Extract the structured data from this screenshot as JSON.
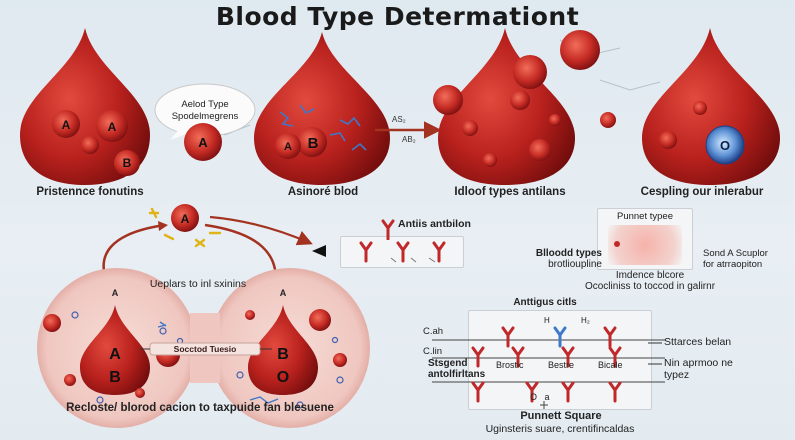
{
  "title": "Blood Type  Determationt",
  "top_row": {
    "captions": [
      "Pristennce fonutins",
      "Asinoré blod",
      "Idloof types antilans",
      "Cespling our inlerabur"
    ],
    "bubble": {
      "line1": "Aelod Type",
      "line2": "Spodelmegrens"
    },
    "drop1_letters": [
      "A",
      "A",
      "B"
    ],
    "red_cell_letter": "A",
    "drop2_letters": [
      "A",
      "B"
    ],
    "arrow_labels": [
      "AS₂",
      "AB₂"
    ],
    "o_cell_letter": "O"
  },
  "middle": {
    "center_letter": "A",
    "antibody_title": "Antiis antbilon",
    "uplars_text": "Ueplars to inl sxinins"
  },
  "bottom_left": {
    "drop_ab_letters": [
      "A",
      "A",
      "B"
    ],
    "drop_bo_letters": [
      "A",
      "B",
      "O"
    ],
    "socket_label": "Socctod Tuesio",
    "caption": "Recloste/ blorod cacion to taxpuide fan blesuene"
  },
  "right_mid": {
    "punnet_title": "Punnet typee",
    "blood_types_line1": "Blloodd types",
    "blood_types_line2": "brotlioupline",
    "send_line1": "Sond A Scuplor",
    "send_line2": "for atrraopiton",
    "indence_line1": "Imdence blcore",
    "indence_line2": "Ococliniss to toccod in galirnr"
  },
  "punnett": {
    "header": "Anttigus citls",
    "left_labels": [
      "C.ah",
      "C.lin"
    ],
    "top_labels": [
      "H",
      "H₂"
    ],
    "row_label_1": "Stsgend",
    "row_label_2": "antolfirltans",
    "col_labels": [
      "Brostic",
      "Bestre",
      "Bicale"
    ],
    "right_label_1": "Sttarces belan",
    "right_label_2": "Nin aprmoo ne",
    "right_label_3": "typez",
    "bottom_mark": "O",
    "bottom_mark2": "a",
    "caption_1": "Punnett Square",
    "caption_2": "Uginsteris suare, crentifincaldas"
  },
  "colors": {
    "blood": "#b21f1f",
    "blood_dark": "#7e1010",
    "antibody_red": "#c0282a",
    "antibody_blue": "#3f78c8",
    "arrow": "#a33220"
  }
}
